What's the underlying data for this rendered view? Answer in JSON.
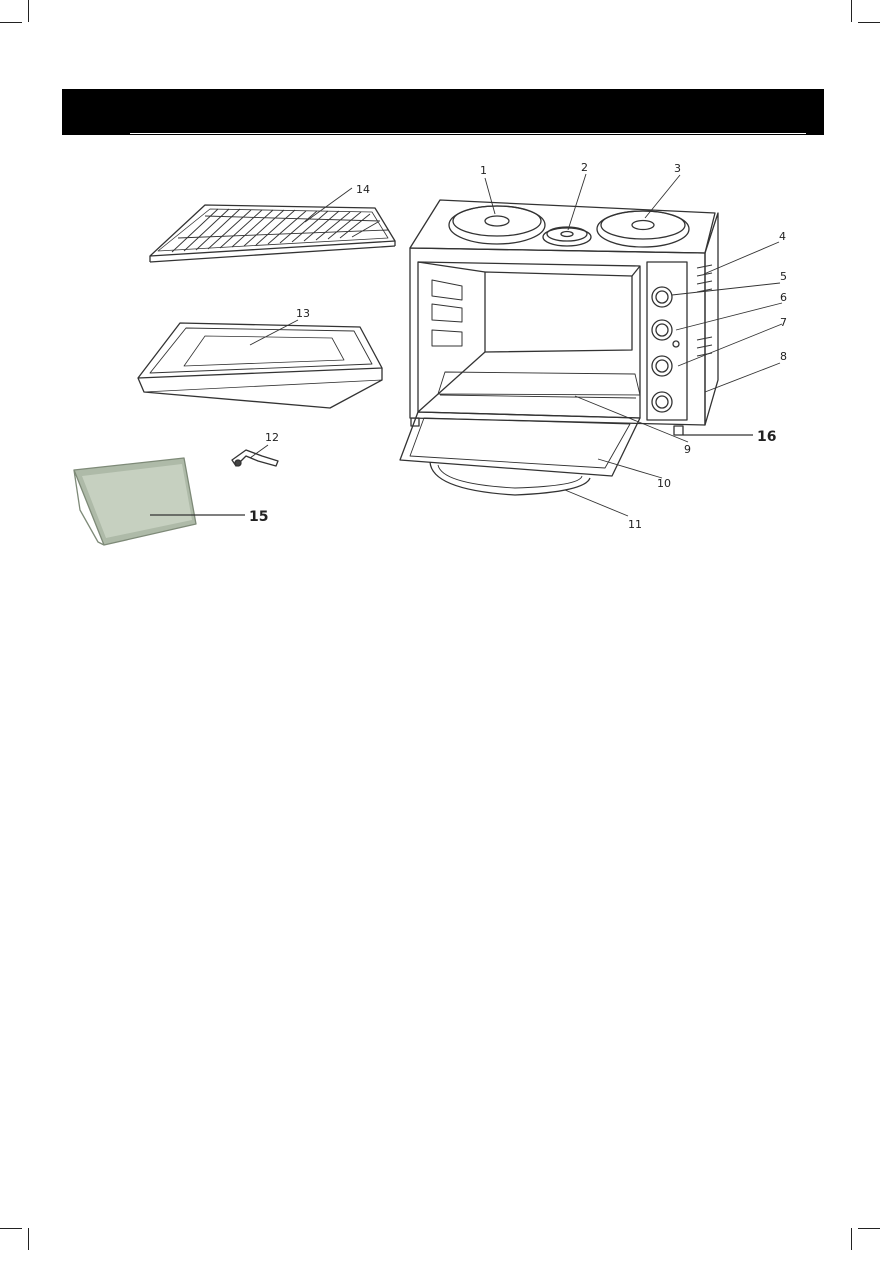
{
  "header": {
    "title": ""
  },
  "callouts": {
    "c1": "1",
    "c2": "2",
    "c3": "3",
    "c4": "4",
    "c5": "5",
    "c6": "6",
    "c7": "7",
    "c8": "8",
    "c9": "9",
    "c10": "10",
    "c11": "11",
    "c12": "12",
    "c13": "13",
    "c14": "14",
    "c15": "15",
    "c16": "16"
  },
  "colors": {
    "header": "#000000",
    "line": "#222222",
    "tray15": "#aebaa8"
  }
}
